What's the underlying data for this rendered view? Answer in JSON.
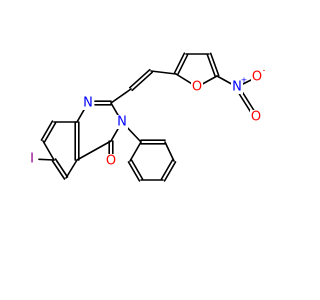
{
  "molecule": {
    "colors": {
      "bond": "#000000",
      "N": "#0000ff",
      "O": "#ff0000",
      "I": "#940094"
    },
    "atoms": {
      "iodine": {
        "symbol": "I",
        "color": "I"
      },
      "n1": {
        "symbol": "N",
        "color": "N"
      },
      "n3": {
        "symbol": "N",
        "color": "N"
      },
      "carbonyl_o": {
        "symbol": "O",
        "color": "O"
      },
      "furan_o": {
        "symbol": "O",
        "color": "O"
      },
      "nitro_n": {
        "symbol": "N",
        "charge": "+",
        "color": "N"
      },
      "nitro_o_top": {
        "symbol": "O",
        "charge": "-",
        "color": "O"
      },
      "nitro_o_bottom": {
        "symbol": "O",
        "color": "O"
      }
    }
  }
}
